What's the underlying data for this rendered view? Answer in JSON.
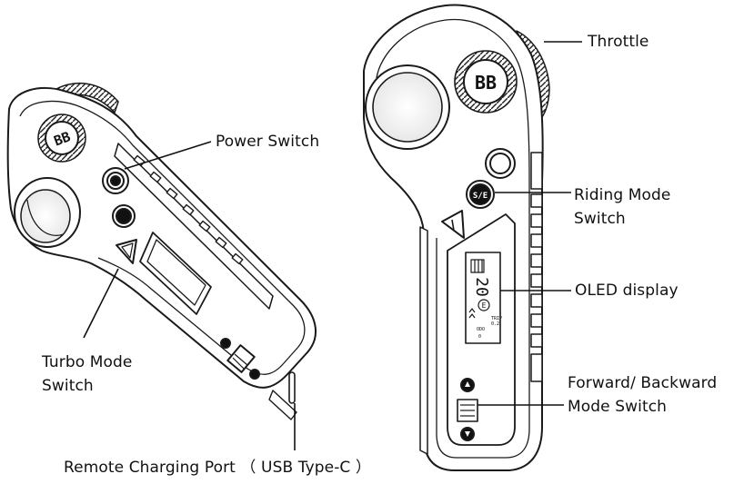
{
  "labels": {
    "power_switch": "Power Switch",
    "turbo_mode_switch_line1": "Turbo Mode",
    "turbo_mode_switch_line2": "Switch",
    "remote_charging_port": "Remote Charging Port （ USB Type-C ）",
    "throttle": "Throttle",
    "riding_mode_switch_line1": "Riding Mode",
    "riding_mode_switch_line2": "Switch",
    "oled_display": "OLED display",
    "forward_backward_line1": "Forward/ Backward",
    "forward_backward_line2": "Mode Switch"
  },
  "button_text": {
    "riding_mode": "S/E"
  },
  "oled_screen": {
    "speed": "20",
    "unit_badge": "E",
    "trip_label": "TRIP",
    "trip_value": "0.2",
    "odo_label": "ODO",
    "odo_value": "0"
  },
  "colors": {
    "line": "#1a1a1a",
    "background": "#ffffff"
  }
}
